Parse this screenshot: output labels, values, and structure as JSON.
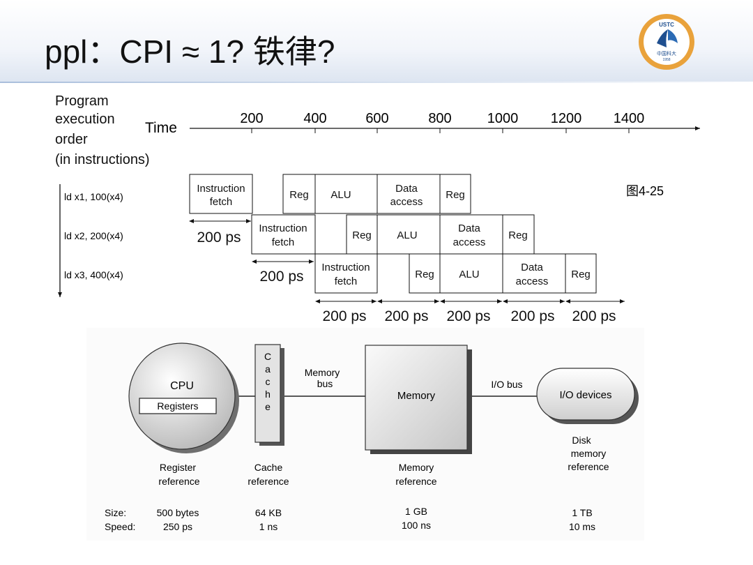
{
  "slide": {
    "title": "ppl：CPI ≈ 1?  铁律?"
  },
  "logo": {
    "text_top": "USTC",
    "text_bottom": "中国科大",
    "year": "1958"
  },
  "pipeline": {
    "order_label": [
      "Program",
      "execution",
      "order",
      "(in instructions)"
    ],
    "time_label": "Time",
    "time_ticks": [
      "200",
      "400",
      "600",
      "800",
      "1000",
      "1200",
      "1400"
    ],
    "figure_ref": "图4-25",
    "instructions": [
      {
        "label": "ld x1, 100(x4)"
      },
      {
        "label": "ld x2, 200(x4)"
      },
      {
        "label": "ld x3, 400(x4)"
      }
    ],
    "stages": {
      "ifetch": [
        "Instruction",
        "fetch"
      ],
      "reg": "Reg",
      "alu": "ALU",
      "data": [
        "Data",
        "access"
      ]
    },
    "stage_time": "200 ps"
  },
  "hierarchy": {
    "cpu": "CPU",
    "registers": "Registers",
    "cache_letters": [
      "C",
      "a",
      "c",
      "h",
      "e"
    ],
    "memory_bus": [
      "Memory",
      "bus"
    ],
    "memory": "Memory",
    "io_bus": "I/O bus",
    "io_devices": "I/O devices",
    "disk_ref": [
      "Disk",
      "memory",
      "reference"
    ],
    "register_ref": [
      "Register",
      "reference"
    ],
    "cache_ref": [
      "Cache",
      "reference"
    ],
    "memory_ref": [
      "Memory",
      "reference"
    ],
    "size_label": "Size:",
    "speed_label": "Speed:",
    "sizes": [
      "500 bytes",
      "64 KB",
      "1 GB",
      "1 TB"
    ],
    "speeds": [
      "250 ps",
      "1 ns",
      "100 ns",
      "10 ms"
    ]
  }
}
